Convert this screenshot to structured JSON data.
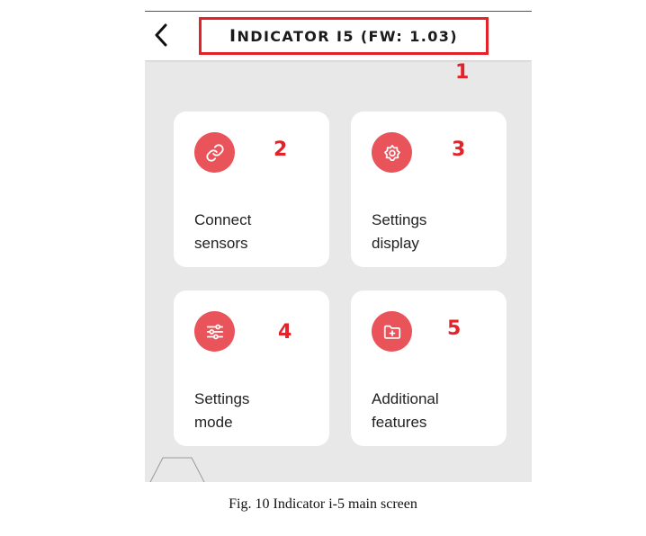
{
  "header": {
    "title_first_letter": "I",
    "title_rest": "NDICATOR I5 (FW: 1.03)",
    "back_icon": "chevron-left-icon"
  },
  "callouts": [
    "1",
    "2",
    "3",
    "4",
    "5"
  ],
  "cards": [
    {
      "line1": "Connect",
      "line2": "sensors",
      "icon": "link-icon"
    },
    {
      "line1": "Settings",
      "line2": "display",
      "icon": "gear-flower-icon"
    },
    {
      "line1": "Settings",
      "line2": "mode",
      "icon": "sliders-icon"
    },
    {
      "line1": "Additional",
      "line2": "features",
      "icon": "folder-plus-icon"
    }
  ],
  "caption": "Fig. 10 Indicator i-5 main screen",
  "colors": {
    "accent": "#e9545b",
    "callout": "#e3222a",
    "background": "#e8e8e8",
    "card": "#ffffff"
  }
}
